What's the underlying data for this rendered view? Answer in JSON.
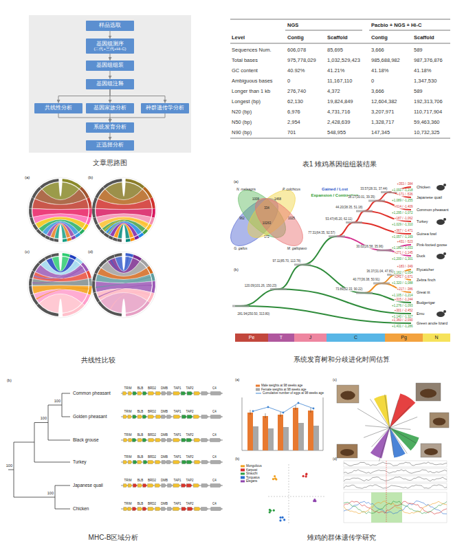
{
  "diagram": {
    "nodes": [
      {
        "text": [
          "样品选取"
        ]
      },
      {
        "text": [
          "基因组测序",
          "(二代+三代+Hi-C)"
        ]
      },
      {
        "text": [
          "基因组组装"
        ]
      },
      {
        "text": [
          "基因组注释"
        ]
      },
      {
        "text": [
          "共线性分析"
        ]
      },
      {
        "text": [
          "基因家族分析"
        ]
      },
      {
        "text": [
          "种群遗传学分析"
        ]
      },
      {
        "text": [
          "系统发育分析"
        ]
      },
      {
        "text": [
          "正选择分析"
        ]
      },
      {
        "text": [
          "Pe"
        ]
      },
      {
        "text": [
          "T"
        ]
      },
      {
        "text": [
          "J"
        ]
      },
      {
        "text": [
          "C"
        ]
      },
      {
        "text": [
          "Pg"
        ]
      },
      {
        "text": [
          "N"
        ]
      }
    ],
    "edges": [
      {
        "from": 0,
        "to": 1,
        "arrow": "to"
      },
      {
        "from": 1,
        "to": 2,
        "arrow": "to"
      },
      {
        "from": 2,
        "to": 3,
        "arrow": "to"
      },
      {
        "from": 3,
        "to": 4,
        "arrow": "to"
      },
      {
        "from": 3,
        "to": 5,
        "arrow": "to"
      },
      {
        "from": 3,
        "to": 6,
        "arrow": "to"
      },
      {
        "from": 4,
        "to": 7,
        "arrow": "to"
      },
      {
        "from": 5,
        "to": 7,
        "arrow": "to"
      },
      {
        "from": 6,
        "to": 7,
        "arrow": "to"
      },
      {
        "from": 7,
        "to": 8,
        "arrow": "to"
      }
    ],
    "labels": [
      "文章思路图",
      "表1 雉鸡基因组组装结果",
      "NGS",
      "Pacbio + NGS + Hi-C",
      "Level",
      "Contig",
      "Scaffold",
      "Contig",
      "Scaffold",
      "Sequences Num.",
      "606,078",
      "85,695",
      "3,666",
      "589",
      "Total bases",
      "975,778,029",
      "1,032,529,423",
      "985,688,982",
      "987,376,876",
      "GC content",
      "40.92%",
      "41.21%",
      "41.18%",
      "41.18%",
      "Ambiguous bases",
      "0",
      "11,167,110",
      "0",
      "1,347,530",
      "Longer than 1 kb",
      "276,740",
      "4,372",
      "3,666",
      "589",
      "Longest (bp)",
      "62,130",
      "19,824,849",
      "12,604,382",
      "192,313,706",
      "N20 (bp)",
      "6,976",
      "4,731,716",
      "3,207,971",
      "110,717,904",
      "N50 (bp)",
      "2,954",
      "2,428,639",
      "1,328,717",
      "59,463,360",
      "N90 (bp)",
      "701",
      "548,955",
      "147,345",
      "10,732,325",
      "(a)",
      "(b)",
      "(c)",
      "(d)",
      "共线性比较",
      "(a)",
      "N. meleagris",
      "P. colchicus",
      "G. gallus",
      "M. gallopavo",
      "962",
      "1008",
      "1468",
      "1025",
      "10263",
      "172",
      "334",
      "(b)",
      "Gained / Lost",
      "Expansion / Contraction",
      "Chicken",
      "Japanese quail",
      "Common pheasant",
      "Turkey",
      "Guinea fowl",
      "Pink-footed goose",
      "Duck",
      "Flycatcher",
      "Zebra finch",
      "Great tit",
      "Budgerigar",
      "Emu",
      "Green anole lizard",
      "+353 / -384",
      "+1,091 / -1,218",
      "+171 / -536",
      "+1,089 / -1,255",
      "+614 / -1,409",
      "+1,295 / -1,072",
      "+187 / -1,062",
      "+1,029 / -1,310",
      "+367 / -1,471",
      "+1,057 / -1,169",
      "+431 / -523",
      "+1,180 / -1,033",
      "+271 / -1,145",
      "+1,200 / -1,301",
      "+183 / -349",
      "+1,162 / -1,054",
      "+241 / -1,671",
      "+1,320 / -1,088",
      "+217 / -386",
      "+1,105 / -1,214",
      "+315 / -1,244",
      "+1,276 / -1,093",
      "+301 / -2,452",
      "+1,140 / -1,327",
      "+1,360 / -2,090",
      "+1,431 / -1,286",
      "33.57(28.31, 37.44)",
      "38.17(30.01, 39.35)",
      "44.20(38.35, 51.18)",
      "53.47(45.20, 62.11)",
      "30.02(26.58, 35.96)",
      "77.31(64.35, 92.57)",
      "36.37(31.04, 47.81)",
      "40.77(36.38, 50.91)",
      "73.89(62.33, 90.22)",
      "97.11(85.70, 113.78)",
      "120.09(101.26, 150.23)",
      "281.94(250.50, 313.80)",
      "系统发育树和分歧进化时间估算",
      "(b)",
      "Common pheasant",
      "Golden pheasant",
      "Black grouse",
      "Turkey",
      "Japanese quail",
      "Chicken",
      "100",
      "100",
      "100",
      "100",
      "TRIM",
      "BLB",
      "BRD2",
      "DMB",
      "TAP1",
      "TAP2",
      "C4",
      "TRIM",
      "BLB",
      "BRD2",
      "DMB",
      "TAP1",
      "TAP2",
      "C4",
      "TRIM",
      "BLB",
      "BRD2",
      "DMB",
      "TAP1",
      "TAP2",
      "C4",
      "TRIM",
      "BLB",
      "BRD2",
      "DMB",
      "TAP1",
      "TAP2",
      "C4",
      "TRIM",
      "BLB",
      "BRD2",
      "DMB",
      "TAP1",
      "TAP2",
      "C4",
      "TRIM",
      "BLB",
      "BRD2",
      "DMB",
      "TAP1",
      "TAP2",
      "C4",
      "MHC-B区域分析",
      "(a)",
      "(b)",
      "(c)",
      "(d)",
      "雉鸡的群体遗传学研究"
    ],
    "legend": [
      {
        "text": "Male weights at 98 weeks age",
        "color": "#e8792f"
      },
      {
        "text": "Female weights at 98 weeks age",
        "color": "#a8a8a8"
      },
      {
        "text": "Cumulative number of eggs at 98 weeks age"
      },
      {
        "text": "Mongolicus",
        "color": "#f0a020"
      },
      {
        "text": "Karpowi",
        "color": "#d62f2f"
      },
      {
        "text": "Strauchi",
        "color": "#2e9e44"
      },
      {
        "text": "Torquatus",
        "color": "#2a6fd0"
      },
      {
        "text": "Elegans",
        "color": "#8e44ad"
      }
    ]
  }
}
